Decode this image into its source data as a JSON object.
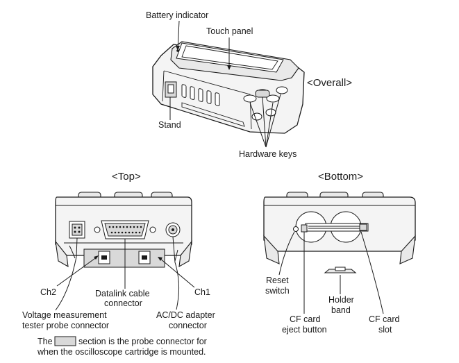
{
  "overall": {
    "title": "<Overall>",
    "battery_indicator": "Battery indicator",
    "touch_panel": "Touch panel",
    "stand": "Stand",
    "hardware_keys": "Hardware keys"
  },
  "top": {
    "title": "<Top>",
    "ch2": "Ch2",
    "datalink_line1": "Datalink cable",
    "datalink_line2": "connector",
    "ch1": "Ch1",
    "vm_line1": "Voltage measurement",
    "vm_line2": "tester probe connector",
    "acdc_line1": "AC/DC adapter",
    "acdc_line2": "connector"
  },
  "bottom": {
    "title": "<Bottom>",
    "reset_line1": "Reset",
    "reset_line2": "switch",
    "holder_line1": "Holder",
    "holder_line2": "band",
    "cfeject_line1": "CF card",
    "cfeject_line2": "eject button",
    "cfslot_line1": "CF card",
    "cfslot_line2": "slot"
  },
  "note": {
    "before": "The",
    "after": "section is the probe connector for",
    "line2": "when the oscilloscope cartridge is mounted."
  }
}
